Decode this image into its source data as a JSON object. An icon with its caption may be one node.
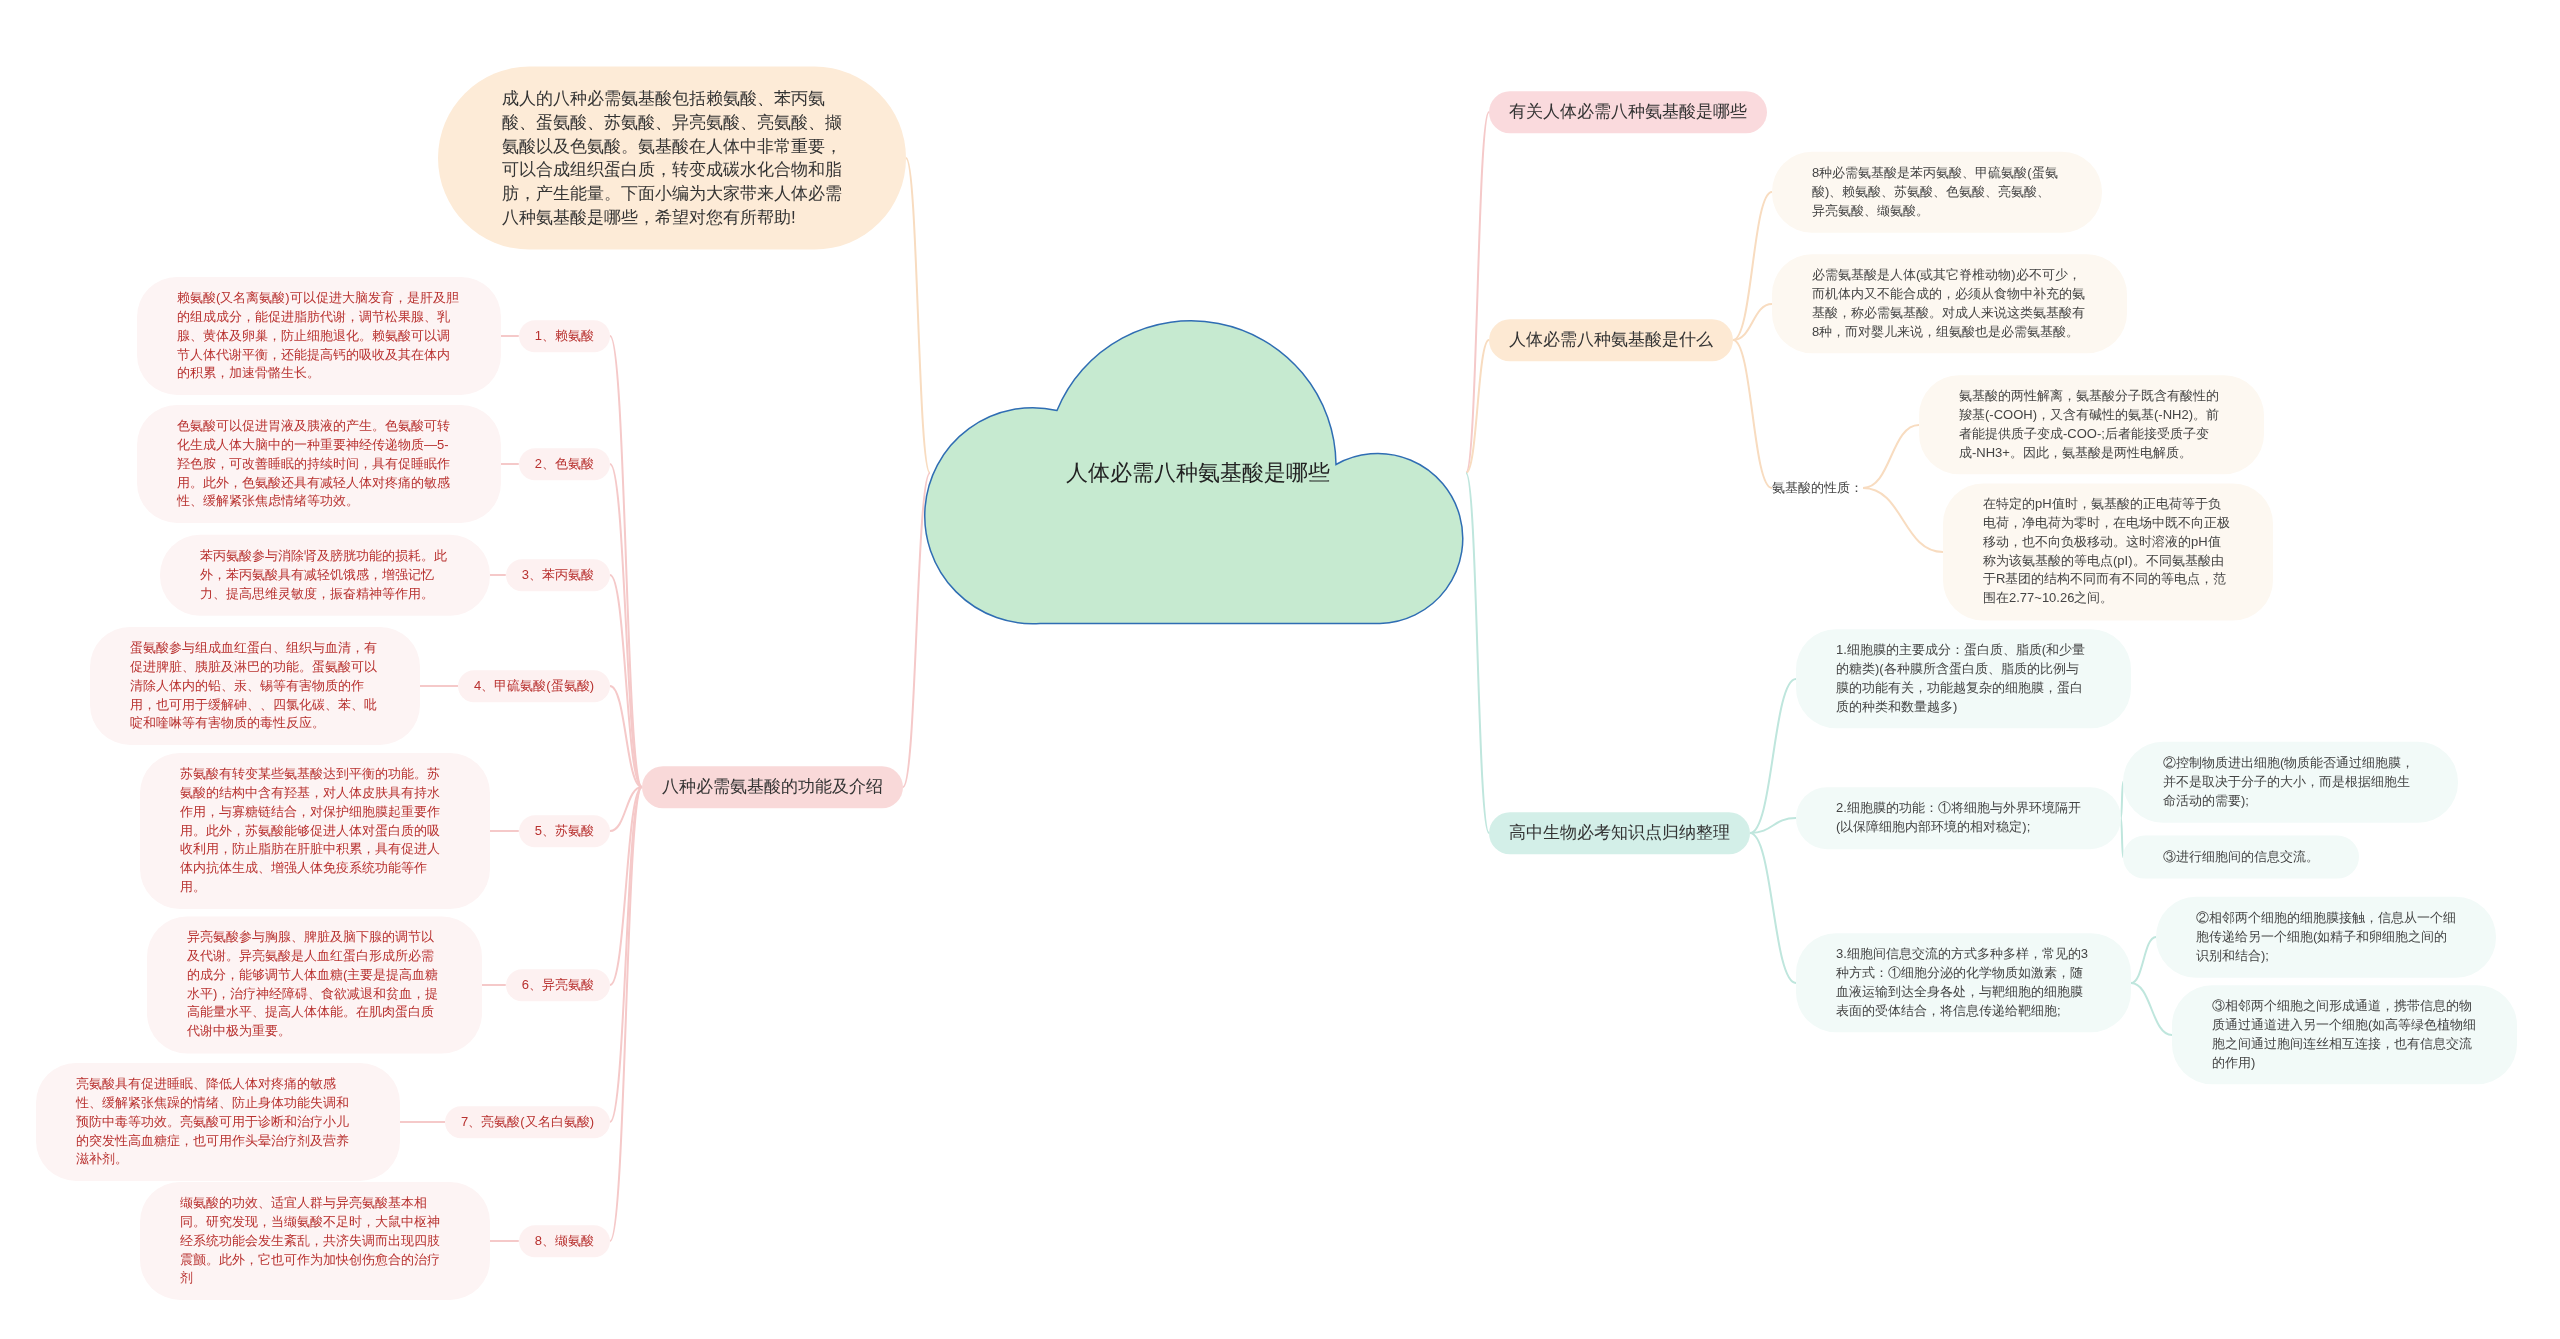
{
  "diagram": {
    "nodes": [
      {
        "text": [
          "人体必需八种氨基酸是哪些"
        ]
      },
      {
        "text": [
          "成人的八种必需氨基酸包括赖氨酸、苯丙氨酸、蛋氨酸、苏氨酸、异亮氨酸、亮氨酸、撷氨酸以及色氨酸。氨基酸在人体中非常重要，可以合成组织蛋白质，转变成碳水化合物和脂肪，产生能量。下面小编为大家带来人体必需八种氨基酸是哪些，希望对您有所帮助!"
        ]
      },
      {
        "text": [
          "八种必需氨基酸的功能及介绍"
        ]
      },
      {
        "text": [
          "1、赖氨酸"
        ]
      },
      {
        "text": [
          "赖氨酸(又名离氨酸)可以促进大脑发育，是肝及胆的组成成分，能促进脂肪代谢，调节松果腺、乳腺、黄体及卵巢，防止细胞退化。赖氨酸可以调节人体代谢平衡，还能提高钙的吸收及其在体内的积累，加速骨骼生长。"
        ]
      },
      {
        "text": [
          "2、色氨酸"
        ]
      },
      {
        "text": [
          "色氨酸可以促进胃液及胰液的产生。色氨酸可转化生成人体大脑中的一种重要神经传递物质—5-羟色胺，可改善睡眠的持续时间，具有促睡眠作用。此外，色氨酸还具有减轻人体对疼痛的敏感性、缓解紧张焦虑情绪等功效。"
        ]
      },
      {
        "text": [
          "3、苯丙氨酸"
        ]
      },
      {
        "text": [
          "苯丙氨酸参与消除肾及膀胱功能的损耗。此外，苯丙氨酸具有减轻饥饿感，增强记忆力、提高思维灵敏度，振奋精神等作用。"
        ]
      },
      {
        "text": [
          "4、甲硫氨酸(蛋氨酸)"
        ]
      },
      {
        "text": [
          "蛋氨酸参与组成血红蛋白、组织与血清，有促进脾脏、胰脏及淋巴的功能。蛋氨酸可以清除人体内的铅、汞、锡等有害物质的作用，也可用于缓解砷、、四氯化碳、苯、吡啶和喹啉等有害物质的毒性反应。"
        ]
      },
      {
        "text": [
          "5、苏氨酸"
        ]
      },
      {
        "text": [
          "苏氨酸有转变某些氨基酸达到平衡的功能。苏氨酸的结构中含有羟基，对人体皮肤具有持水作用，与寡糖链结合，对保护细胞膜起重要作用。此外，苏氨酸能够促进人体对蛋白质的吸收利用，防止脂肪在肝脏中积累，具有促进人体内抗体生成、增强人体免疫系统功能等作用。"
        ]
      },
      {
        "text": [
          "6、异亮氨酸"
        ]
      },
      {
        "text": [
          "异亮氨酸参与胸腺、脾脏及脑下腺的调节以及代谢。异亮氨酸是人血红蛋白形成所必需的成分，能够调节人体血糖(主要是提高血糖水平)，治疗神经障碍、食欲减退和贫血，提高能量水平、提高人体体能。在肌肉蛋白质代谢中极为重要。"
        ]
      },
      {
        "text": [
          "7、亮氨酸(又名白氨酸)"
        ]
      },
      {
        "text": [
          "亮氨酸具有促进睡眠、降低人体对疼痛的敏感性、缓解紧张焦躁的情绪、防止身体功能失调和预防中毒等功效。亮氨酸可用于诊断和治疗小儿的突发性高血糖症，也可用作头晕治疗剂及营养滋补剂。"
        ]
      },
      {
        "text": [
          "8、缬氨酸"
        ]
      },
      {
        "text": [
          "缬氨酸的功效、适宜人群与异亮氨酸基本相同。研究发现，当缬氨酸不足时，大鼠中枢神经系统功能会发生紊乱，共济失调而出现四肢震颤。此外，它也可作为加快创伤愈合的治疗剂"
        ]
      },
      {
        "text": [
          "有关人体必需八种氨基酸是哪些"
        ]
      },
      {
        "text": [
          "人体必需八种氨基酸是什么"
        ]
      },
      {
        "text": [
          "8种必需氨基酸是苯丙氨酸、甲硫氨酸(蛋氨酸)、赖氨酸、苏氨酸、色氨酸、亮氨酸、异亮氨酸、缬氨酸。"
        ]
      },
      {
        "text": [
          "必需氨基酸是人体(或其它脊椎动物)必不可少，而机体内又不能合成的，必须从食物中补充的氨基酸，称必需氨基酸。对成人来说这类氨基酸有8种，而对婴儿来说，组氨酸也是必需氨基酸。"
        ]
      },
      {
        "text": [
          "氨基酸的性质："
        ]
      },
      {
        "text": [
          "氨基酸的两性解离，氨基酸分子既含有酸性的羧基(-COOH)，又含有碱性的氨基(-NH2)。前者能提供质子变成-COO-;后者能接受质子变成-NH3+。因此，氨基酸是两性电解质。"
        ]
      },
      {
        "text": [
          "在特定的pH值时，氨基酸的正电荷等于负电荷，净电荷为零时，在电场中既不向正极移动，也不向负极移动。这时溶液的pH值称为该氨基酸的等电点(pI)。不同氨基酸由于R基团的结构不同而有不同的等电点，范围在2.77~10.26之间。"
        ]
      },
      {
        "text": [
          "高中生物必考知识点归纳整理"
        ]
      },
      {
        "text": [
          "1.细胞膜的主要成分：蛋白质、脂质(和少量的糖类)(各种膜所含蛋白质、脂质的比例与膜的功能有关，功能越复杂的细胞膜，蛋白质的种类和数量越多)"
        ]
      },
      {
        "text": [
          "2.细胞膜的功能：①将细胞与外界环境隔开(以保障细胞内部环境的相对稳定);"
        ]
      },
      {
        "text": [
          "②控制物质进出细胞(物质能否通过细胞膜，并不是取决于分子的大小，而是根据细胞生命活动的需要);"
        ]
      },
      {
        "text": [
          "③进行细胞间的信息交流。"
        ]
      },
      {
        "text": [
          "3.细胞间信息交流的方式多种多样，常见的3种方式：①细胞分泌的化学物质如激素，随血液运输到达全身各处，与靶细胞的细胞膜表面的受体结合，将信息传递给靶细胞;"
        ]
      },
      {
        "text": [
          "②相邻两个细胞的细胞膜接触，信息从一个细胞传递给另一个细胞(如精子和卵细胞之间的识别和结合);"
        ]
      },
      {
        "text": [
          "③相邻两个细胞之间形成通道，携带信息的物质通过通道进入另一个细胞(如高等绿色植物细胞之间通过胞间连丝相互连接，也有信息交流的作用)"
        ]
      }
    ],
    "edges": [
      {
        "from": 0,
        "to": 1,
        "arrow": "none",
        "color": "#f8dcc0"
      },
      {
        "from": 0,
        "to": 2,
        "arrow": "none"
      },
      {
        "from": 2,
        "to": 3,
        "arrow": "none"
      },
      {
        "from": 3,
        "to": 4,
        "arrow": "none"
      },
      {
        "from": 2,
        "to": 5,
        "arrow": "none"
      },
      {
        "from": 5,
        "to": 6,
        "arrow": "none"
      },
      {
        "from": 2,
        "to": 7,
        "arrow": "none"
      },
      {
        "from": 7,
        "to": 8,
        "arrow": "none"
      },
      {
        "from": 2,
        "to": 9,
        "arrow": "none"
      },
      {
        "from": 9,
        "to": 10,
        "arrow": "none"
      },
      {
        "from": 2,
        "to": 11,
        "arrow": "none"
      },
      {
        "from": 11,
        "to": 12,
        "arrow": "none"
      },
      {
        "from": 2,
        "to": 13,
        "arrow": "none"
      },
      {
        "from": 13,
        "to": 14,
        "arrow": "none"
      },
      {
        "from": 2,
        "to": 15,
        "arrow": "none"
      },
      {
        "from": 15,
        "to": 16,
        "arrow": "none"
      },
      {
        "from": 2,
        "to": 17,
        "arrow": "none"
      },
      {
        "from": 17,
        "to": 18,
        "arrow": "none"
      },
      {
        "from": 0,
        "to": 19,
        "arrow": "none"
      },
      {
        "from": 0,
        "to": 20,
        "arrow": "none",
        "color": "#f8dcc0"
      },
      {
        "from": 20,
        "to": 21,
        "arrow": "none",
        "color": "#f8dcc0"
      },
      {
        "from": 20,
        "to": 22,
        "arrow": "none",
        "color": "#f8dcc0"
      },
      {
        "from": 20,
        "to": 23,
        "arrow": "none",
        "color": "#f8dcc0"
      },
      {
        "from": 23,
        "to": 24,
        "arrow": "none",
        "color": "#f8dcc0"
      },
      {
        "from": 23,
        "to": 25,
        "arrow": "none",
        "color": "#f8dcc0"
      },
      {
        "from": 0,
        "to": 26,
        "arrow": "none",
        "color": "#bfe6dd"
      },
      {
        "from": 26,
        "to": 27,
        "arrow": "none",
        "color": "#bfe6dd"
      },
      {
        "from": 26,
        "to": 28,
        "arrow": "none",
        "color": "#bfe6dd"
      },
      {
        "from": 28,
        "to": 29,
        "arrow": "none",
        "color": "#bfe6dd"
      },
      {
        "from": 28,
        "to": 30,
        "arrow": "none",
        "color": "#bfe6dd"
      },
      {
        "from": 26,
        "to": 31,
        "arrow": "none",
        "color": "#bfe6dd"
      },
      {
        "from": 31,
        "to": 32,
        "arrow": "none",
        "color": "#bfe6dd"
      },
      {
        "from": 31,
        "to": 33,
        "arrow": "none",
        "color": "#bfe6dd"
      }
    ]
  }
}
